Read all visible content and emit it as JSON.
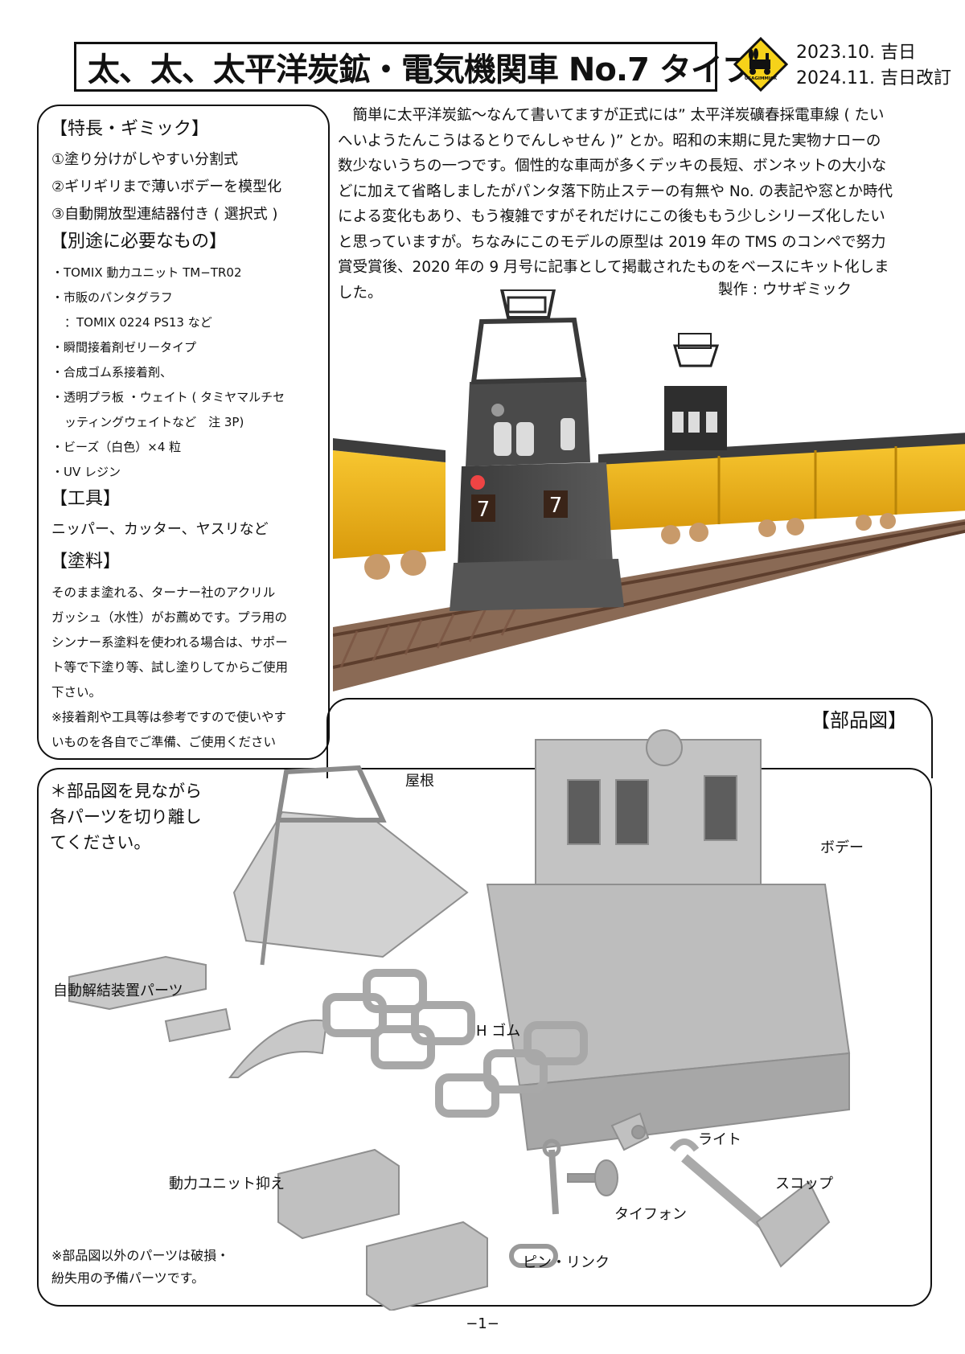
{
  "header": {
    "title": "太、太、太平洋炭鉱・電気機関車 No.7 タイプ",
    "date_created": "2023.10. 吉日",
    "date_revised": "2024.11. 吉日改訂",
    "logo_text": "USAGIMMICK"
  },
  "features": {
    "heading": "【特長・ギミック】",
    "items": [
      "①塗り分けがしやすい分割式",
      "②ギリギリまで薄いボデーを模型化",
      "③自動開放型連結器付き ( 選択式 )"
    ]
  },
  "required": {
    "heading": "【別途に必要なもの】",
    "items": [
      "・TOMIX  動力ユニット TM−TR02",
      "・市販のパンタグラフ",
      "：TOMIX 0224 PS13 など",
      "・瞬間接着剤ゼリータイプ",
      "・合成ゴム系接着剤、",
      "・透明プラ板 ・ウェイト ( タミヤマルチセ",
      "ッティングウェイトなど　注 3P)",
      "・ビーズ（白色）×4 粒",
      "・UV レジン"
    ]
  },
  "tools": {
    "heading": "【工具】",
    "text": "ニッパー、カッター、ヤスリなど"
  },
  "paint": {
    "heading": "【塗料】",
    "lines": [
      "そのまま塗れる、ターナー社のアクリル",
      "ガッシュ（水性）がお薦めです。プラ用の",
      "シンナー系塗料を使われる場合は、サポー",
      "ト等で下塗り等、試し塗りしてからご使用",
      "下さい。",
      "※接着剤や工具等は参考ですので使いやす",
      "いものを各自でご準備、ご使用ください"
    ]
  },
  "intro": {
    "lines": [
      "　簡単に太平洋炭鉱〜なんて書いてますが正式には” 太平洋炭礦春採電車線 ( たい",
      "へいようたんこうはるとりでんしゃせん )” とか。昭和の末期に見た実物ナローの",
      "数少ないうちの一つです。個性的な車両が多くデッキの長短、ボンネットの大小な",
      "どに加えて省略しましたがパンタ落下防止ステーの有無や No. の表記や窓とか時代",
      "による変化もあり、もう複雑ですがそれだけにこの後ももう少しシリーズ化したい",
      "と思っていますが。ちなみにこのモデルの原型は 2019 年の TMS のコンペで努力",
      "賞受賞後、2020 年の 9 月号に記事として掲載されたものをベースにキット化しま",
      "した。"
    ],
    "credit": "製作 : ウサギミック"
  },
  "photo": {
    "number_plate": "7"
  },
  "parts": {
    "title": "【部品図】",
    "instruction": [
      "＊部品図を見ながら",
      "各パーツを切り離し",
      "てください。"
    ],
    "labels": {
      "roof": "屋根",
      "body": "ボデー",
      "coupler": "自動解結装置パーツ",
      "h_rubber": "H ゴム",
      "light": "ライト",
      "motor_holder": "動力ユニット抑え",
      "scoop": "スコップ",
      "typhon": "タイフォン",
      "pin_link": "ピン・リンク"
    },
    "note": [
      "※部品図以外のパーツは破損・",
      "紛失用の予備パーツです。"
    ]
  },
  "page_number": "−1−",
  "colors": {
    "hopper_yellow": "#f2b515",
    "loco_gray": "#4a4a4a",
    "part_gray": "#c8c8c8",
    "rail_brown": "#6b4a35"
  }
}
